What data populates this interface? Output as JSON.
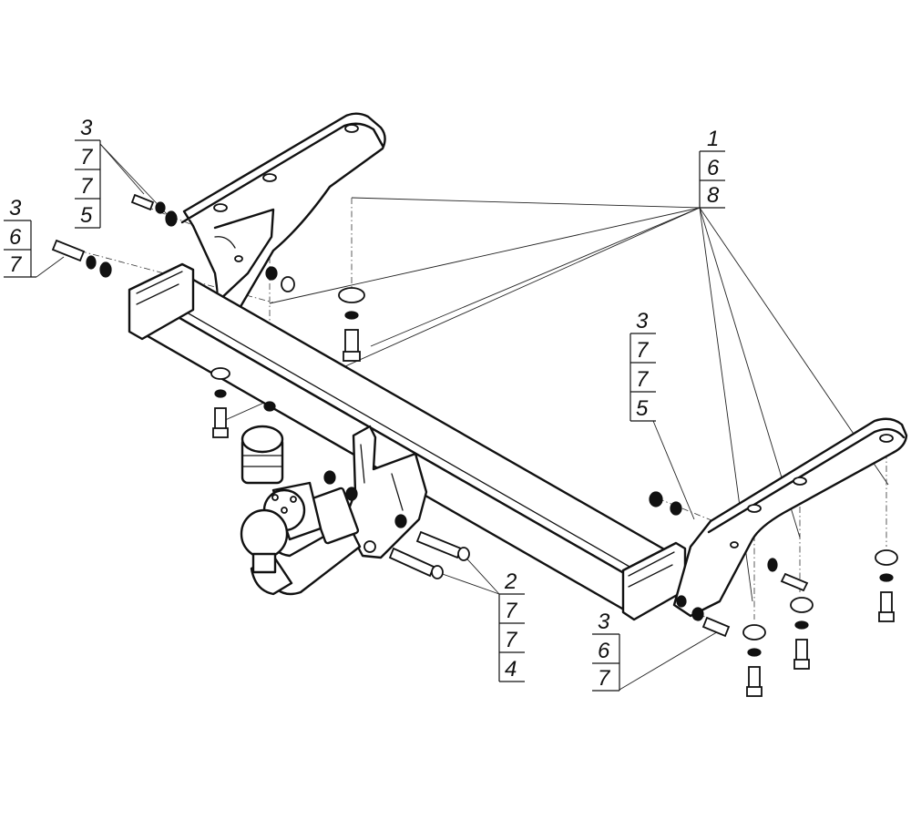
{
  "callouts": {
    "top_right": [
      "1",
      "6",
      "8"
    ],
    "top_left_upper": [
      "3",
      "7",
      "7",
      "5"
    ],
    "top_left_lower": [
      "3",
      "6",
      "7"
    ],
    "right_middle": [
      "3",
      "7",
      "7",
      "5"
    ],
    "bottom_center": [
      "2",
      "7",
      "7",
      "4"
    ],
    "bottom_right": [
      "3",
      "6",
      "7"
    ]
  }
}
